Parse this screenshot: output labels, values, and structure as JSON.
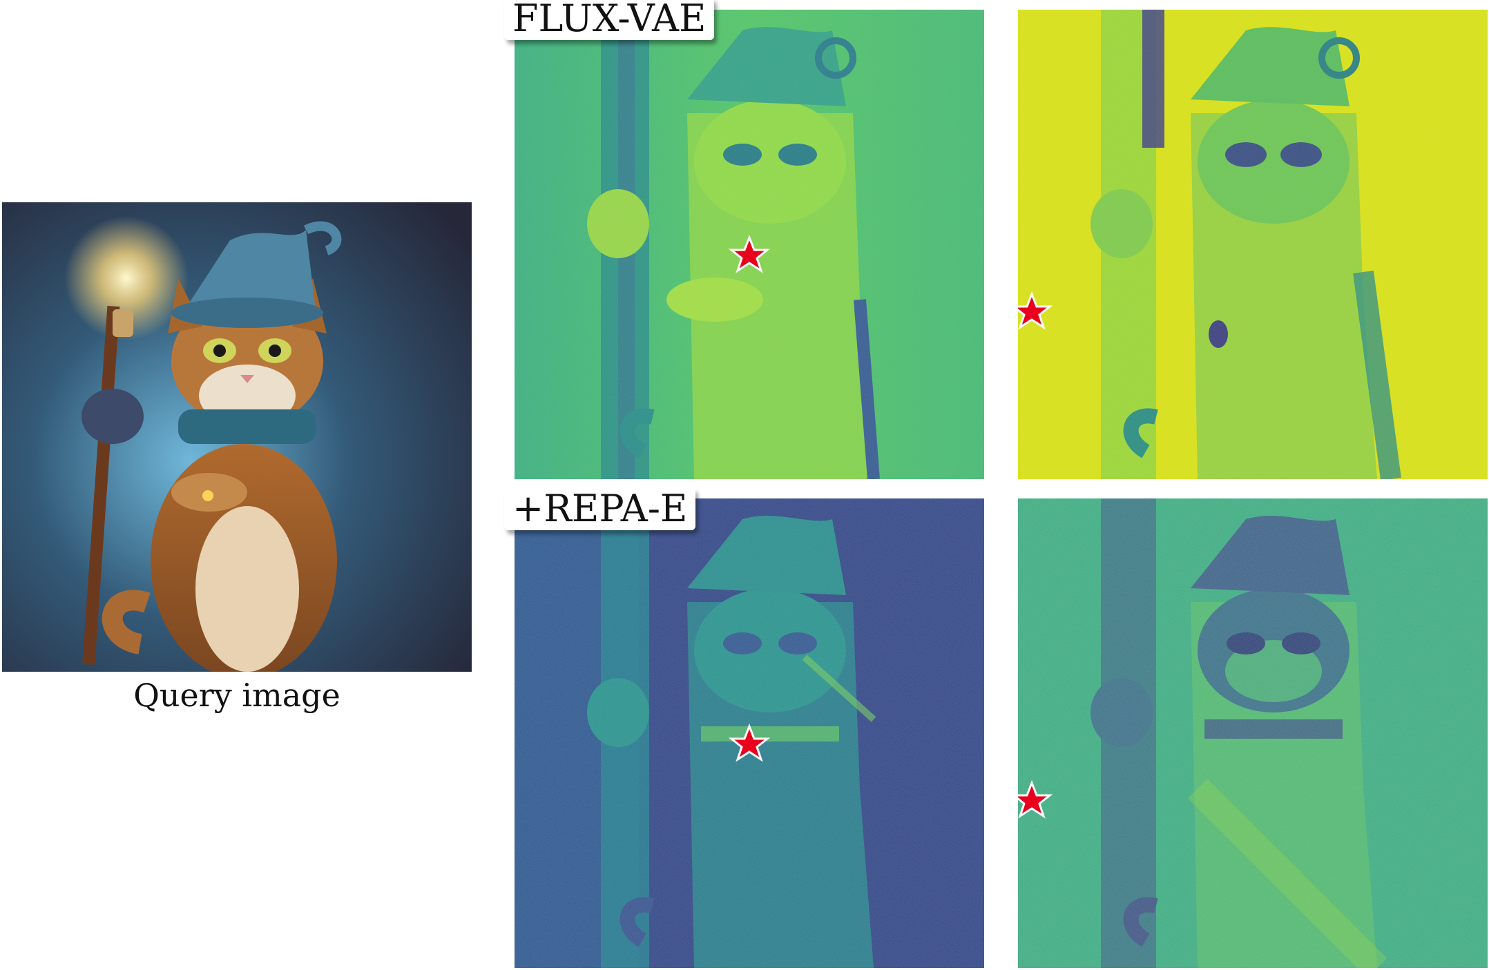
{
  "figure": {
    "query_caption": "Query image",
    "row_labels": {
      "top": "FLUX-VAE",
      "bottom": "+REPA-E"
    }
  },
  "colors": {
    "star_fill": "#e8001c",
    "star_outline": "#ffffff",
    "label_bg": "#ffffff",
    "viridis_dark": "#3b2a7a",
    "viridis_mid": "#2a9a8a",
    "viridis_green": "#5cc863",
    "viridis_yellow": "#e2e51c"
  },
  "icons": {
    "marker": "red-star-icon"
  }
}
